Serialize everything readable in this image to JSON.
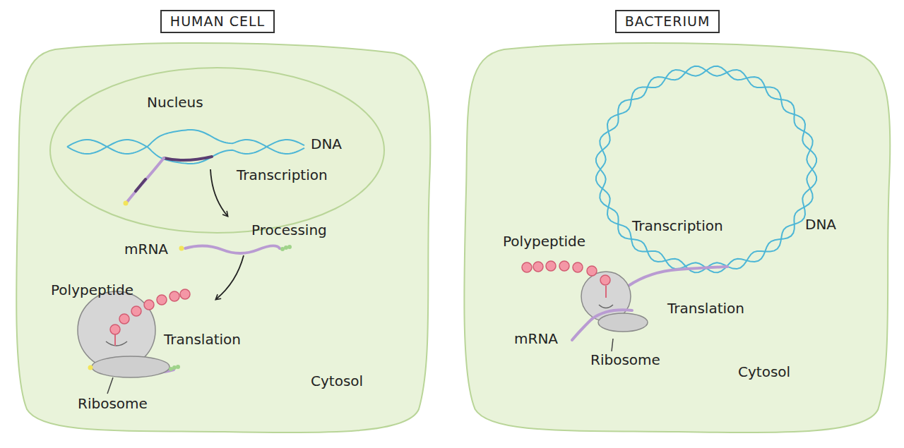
{
  "diagram": {
    "nodes": [
      {
        "text": [
          "HUMAN CELL",
          "Cytosol"
        ]
      },
      {
        "text": [
          "Nucleus"
        ],
        "in": 0
      },
      {
        "text": [
          "BACTERIUM",
          "Cytosol"
        ]
      }
    ],
    "labels": [
      "DNA",
      "Transcription",
      "Processing",
      "mRNA",
      "Polypeptide",
      "Translation",
      "Ribosome",
      "Transcription",
      "DNA",
      "Polypeptide",
      "Translation",
      "mRNA",
      "Ribosome"
    ]
  }
}
